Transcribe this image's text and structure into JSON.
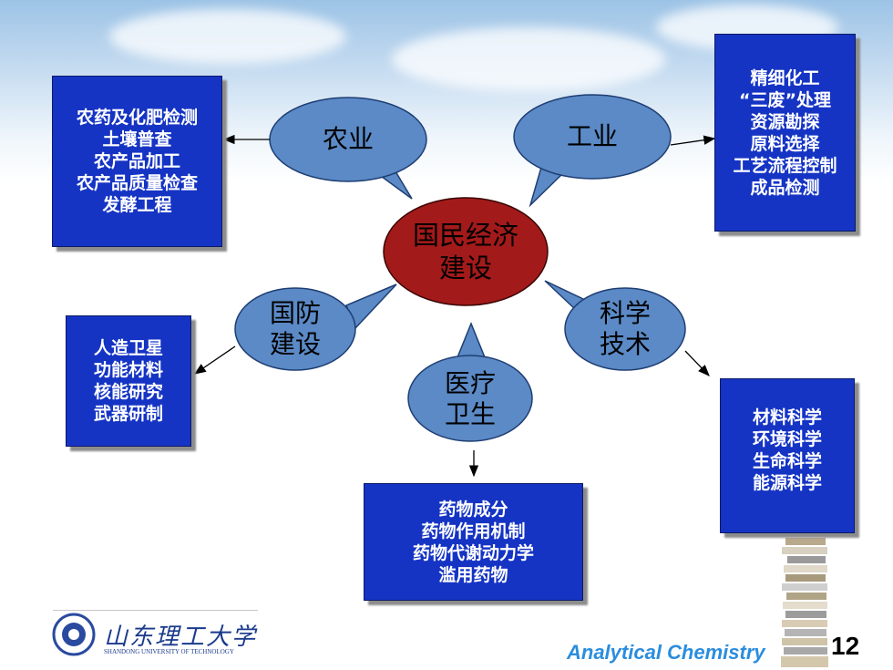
{
  "center": {
    "line1": "国民经济",
    "line2": "建设"
  },
  "bubbles": {
    "agriculture": {
      "label": "农业"
    },
    "industry": {
      "label": "工业"
    },
    "defense": {
      "line1": "国防",
      "line2": "建设"
    },
    "science": {
      "line1": "科学",
      "line2": "技术"
    },
    "medical": {
      "line1": "医疗",
      "line2": "卫生"
    }
  },
  "boxes": {
    "agriculture": [
      "农药及化肥检测",
      "土壤普查",
      "农产品加工",
      "农产品质量检查",
      "发酵工程"
    ],
    "industry": [
      "精细化工",
      "“三废”处理",
      "资源勘探",
      "原料选择",
      "工艺流程控制",
      "成品检测"
    ],
    "defense": [
      "人造卫星",
      "功能材料",
      "核能研究",
      "武器研制"
    ],
    "science": [
      "材料科学",
      "环境科学",
      "生命科学",
      "能源科学"
    ],
    "medical": [
      "药物成分",
      "药物作用机制",
      "药物代谢动力学",
      "滥用药物"
    ]
  },
  "footer": {
    "title": "Analytical Chemistry",
    "page_number": "12",
    "logo_cn": "山东理工大学",
    "logo_en": "SHANDONG UNIVERSITY OF TECHNOLOGY"
  },
  "colors": {
    "box_fill": "#1534c4",
    "bubble_fill": "#5b8ac6",
    "center_fill": "#a31a1a",
    "footer_title": "#2b8ddd"
  }
}
